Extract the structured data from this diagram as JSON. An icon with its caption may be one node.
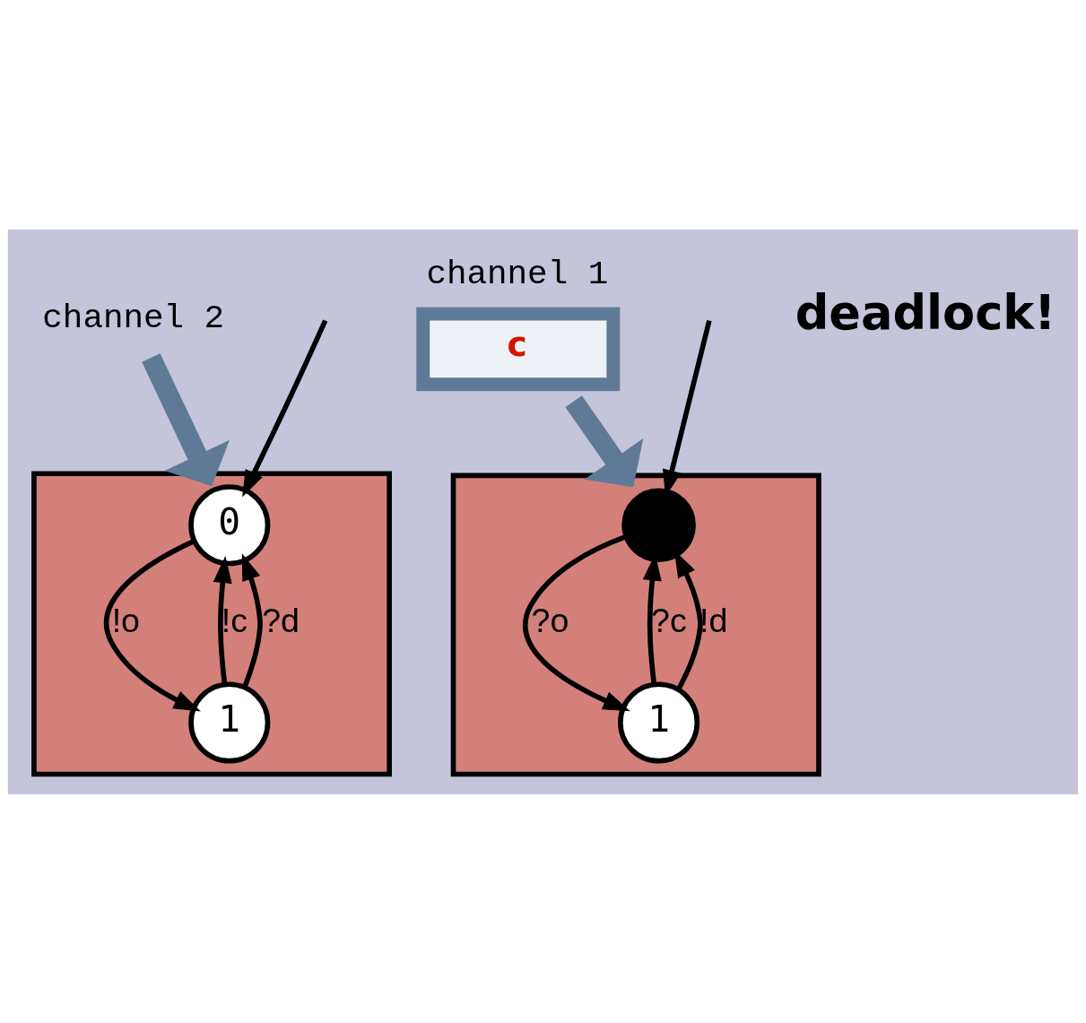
{
  "diagram": {
    "nodes": [
      {
        "text": [],
        "shape": "box"
      },
      {
        "text": [
          "0"
        ],
        "in": 0
      },
      {
        "text": [
          "1"
        ],
        "in": 0
      },
      {
        "text": [],
        "shape": "box"
      },
      {
        "text": [],
        "shape": "circle",
        "in": 3
      },
      {
        "text": [
          "1"
        ],
        "in": 3
      },
      {
        "text": [
          "channel 1",
          "c"
        ]
      },
      {
        "text": [
          "channel 2"
        ]
      }
    ],
    "edges": [
      {
        "from": null,
        "to": 1,
        "arrow": "to"
      },
      {
        "from": 1,
        "to": 2,
        "label": "!o",
        "arrow": "to"
      },
      {
        "from": 2,
        "to": 1,
        "label": "!c",
        "arrow": "to"
      },
      {
        "from": 2,
        "to": 1,
        "label": "?d",
        "arrow": "to"
      },
      {
        "from": null,
        "to": 4,
        "arrow": "to"
      },
      {
        "from": 4,
        "to": 5,
        "label": "?o",
        "arrow": "to"
      },
      {
        "from": 5,
        "to": 4,
        "label": "?c",
        "arrow": "to"
      },
      {
        "from": 5,
        "to": 4,
        "label": "!d",
        "arrow": "to"
      },
      {
        "from": 6,
        "to": 3,
        "arrow": "to",
        "style": "thick",
        "color": "#5f7a96"
      },
      {
        "from": 7,
        "to": 0,
        "arrow": "to",
        "style": "thick",
        "color": "#5f7a96"
      }
    ],
    "labels": [
      "deadlock!"
    ]
  }
}
